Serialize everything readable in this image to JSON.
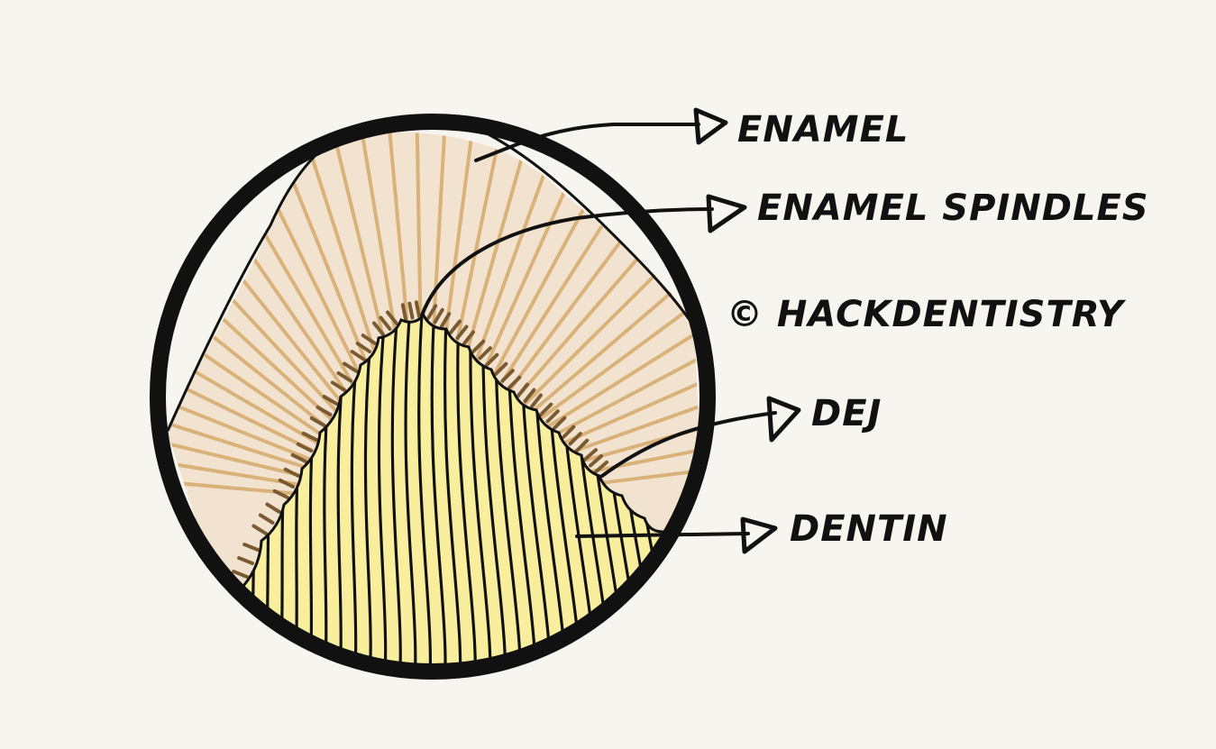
{
  "labels": {
    "enamel": "ENAMEL",
    "enamel_spindles": "ENAMEL SPINDLES",
    "copyright": "© HACKDENTISTRY",
    "dej": "DEJ",
    "dentin": "DENTIN"
  },
  "colors": {
    "background": "#f6f5ef",
    "enamel_fill": "#f1e3cf",
    "enamel_rods": "#d9b27a",
    "dentin_fill": "#f7ef9d",
    "spindles": "#7a5a30",
    "outline": "#111111"
  }
}
